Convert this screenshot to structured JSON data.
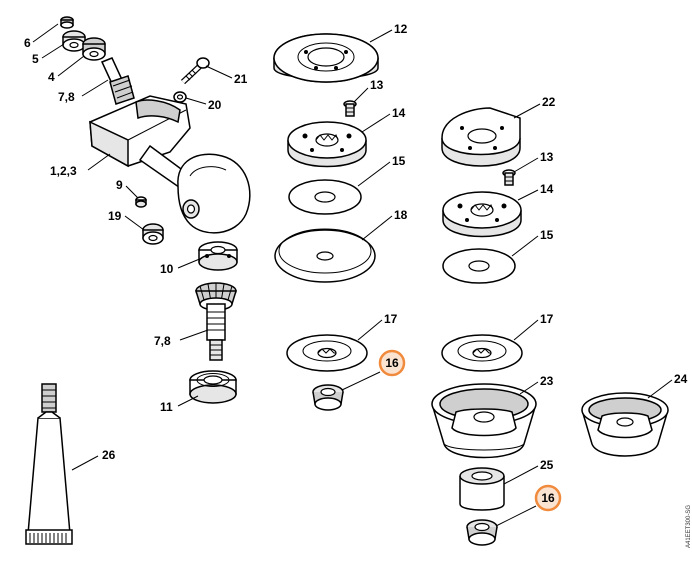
{
  "labels": {
    "l6": "6",
    "l5": "5",
    "l4": "4",
    "l78a": "7,8",
    "l21": "21",
    "l20": "20",
    "l123": "1,2,3",
    "l9": "9",
    "l19": "19",
    "l10": "10",
    "l78b": "7,8",
    "l11": "11",
    "l26": "26",
    "l12": "12",
    "l13a": "13",
    "l14a": "14",
    "l15a": "15",
    "l18": "18",
    "l17a": "17",
    "l16a": "16",
    "l22": "22",
    "l13b": "13",
    "l14b": "14",
    "l15b": "15",
    "l17b": "17",
    "l23": "23",
    "l24": "24",
    "l25": "25",
    "l16b": "16"
  },
  "highlight_color": "#f08a3c",
  "highlight_fill": "#fbe3d2",
  "reference_code": "A41EET300-SG"
}
